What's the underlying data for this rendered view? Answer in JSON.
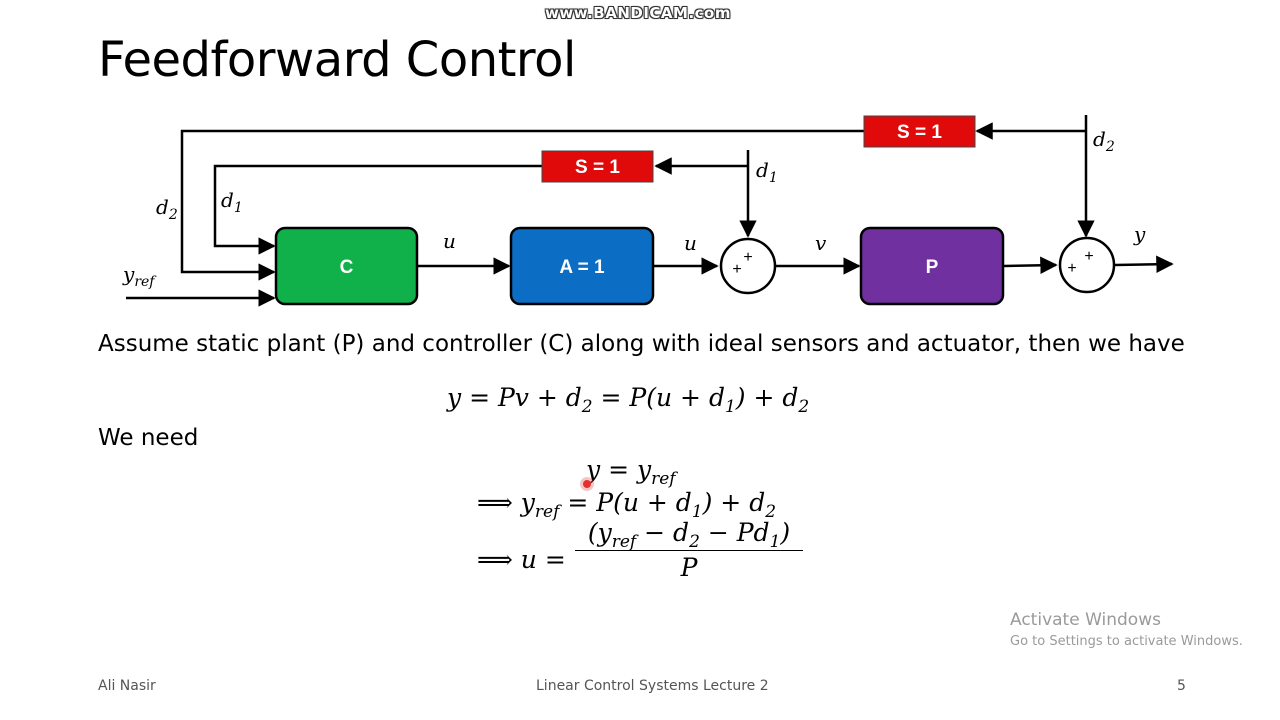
{
  "watermark": "www.BANDICAM.com",
  "slide": {
    "title": "Feedforward Control",
    "paragraph": "Assume static plant (P) and controller (C) along with ideal sensors and actuator, then we have",
    "we_need": "We need"
  },
  "diagram": {
    "blocks": {
      "controller": {
        "label": "C",
        "color": "#10b04a"
      },
      "actuator": {
        "label": "A = 1",
        "color": "#0b6ec4"
      },
      "plant": {
        "label": "P",
        "color": "#7030a0"
      },
      "sensor_d1": {
        "label": "S = 1",
        "color": "#e00a0a"
      },
      "sensor_d2": {
        "label": "S = 1",
        "color": "#e00a0a"
      }
    },
    "signals": {
      "y_ref": "y",
      "y_ref_sub": "ref",
      "d": "d",
      "sub1": "1",
      "sub2": "2",
      "u": "u",
      "v": "v",
      "y": "y"
    },
    "sum_sign": "+"
  },
  "equations": {
    "eq1": "y = Pv + d₂ = P(u + d₁) + d₂",
    "eq2": "y = y_ref",
    "eq3": "⟹ y_ref = P(u + d₁) + d₂",
    "eq4_numerator": "(y_ref − d₂ − Pd₁)",
    "eq4_denominator": "P",
    "eq4_lhs": "⟹ u ="
  },
  "overlay": {
    "activate_title": "Activate Windows",
    "activate_sub": "Go to Settings to activate Windows."
  },
  "footer": {
    "author": "Ali Nasir",
    "course": "Linear Control Systems Lecture 2",
    "page": "5"
  }
}
